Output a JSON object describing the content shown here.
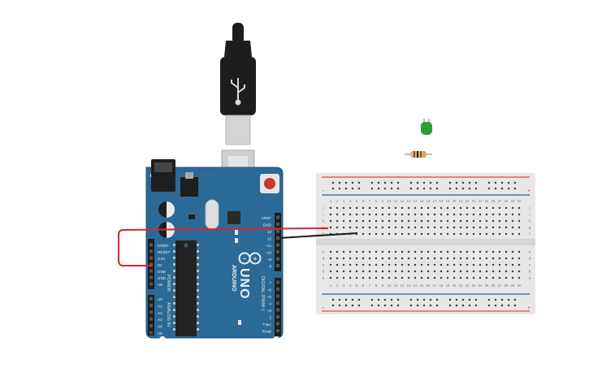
{
  "canvas": {
    "background": "#ffffff"
  },
  "arduino": {
    "brand": "ARDUINO",
    "model": "UNO",
    "power_header_label": "POWER",
    "analog_header_label": "ANALOG IN",
    "digital_header_label": "DIGITAL (PWM~)",
    "power_pins": [
      "IOREF",
      "RESET",
      "3.3V",
      "5V",
      "GND",
      "GND",
      "Vin"
    ],
    "analog_pins": [
      "A0",
      "A1",
      "A2",
      "A3",
      "A4",
      "A5"
    ],
    "top_pins": [
      "AREF",
      "GND",
      "13",
      "12",
      "~11",
      "~10",
      "~9",
      "8"
    ],
    "bottom_pins": [
      "7",
      "~6",
      "~5",
      "4",
      "~3",
      "2",
      "TX▸1",
      "RX◂0"
    ],
    "colors": {
      "board": "#2b6a96",
      "board_edge": "#1f5478",
      "header": "#1e1e1e",
      "chip": "#222222",
      "silk": "#e8eef4"
    }
  },
  "usb_cable": {
    "colors": {
      "plug": "#1d1d1d",
      "metal": "#d4d4d4"
    }
  },
  "breadboard": {
    "columns_top": [
      "1",
      "2",
      "3",
      "4",
      "5",
      "6",
      "7",
      "8",
      "9",
      "10",
      "11",
      "12",
      "13",
      "14",
      "15",
      "16",
      "17",
      "18",
      "19",
      "20",
      "21",
      "22",
      "23",
      "24",
      "25",
      "26",
      "27",
      "28",
      "29",
      "30"
    ],
    "rows_top": [
      "j",
      "i",
      "h",
      "g",
      "f"
    ],
    "rows_bottom": [
      "e",
      "d",
      "c",
      "b",
      "a"
    ],
    "rail_plus": "+",
    "rail_minus": "-",
    "colors": {
      "body": "#e7e7e7",
      "rail_red": "#e8454a",
      "rail_blue": "#2c5f9e",
      "hole": "#3f3f3f"
    }
  },
  "components": {
    "led": {
      "color": "#2f9c37"
    },
    "resistor": {
      "color": "#d8b67b"
    }
  },
  "wires": {
    "red_wire_color": "#d6262d",
    "black_wire_color": "#1c1c1c"
  }
}
